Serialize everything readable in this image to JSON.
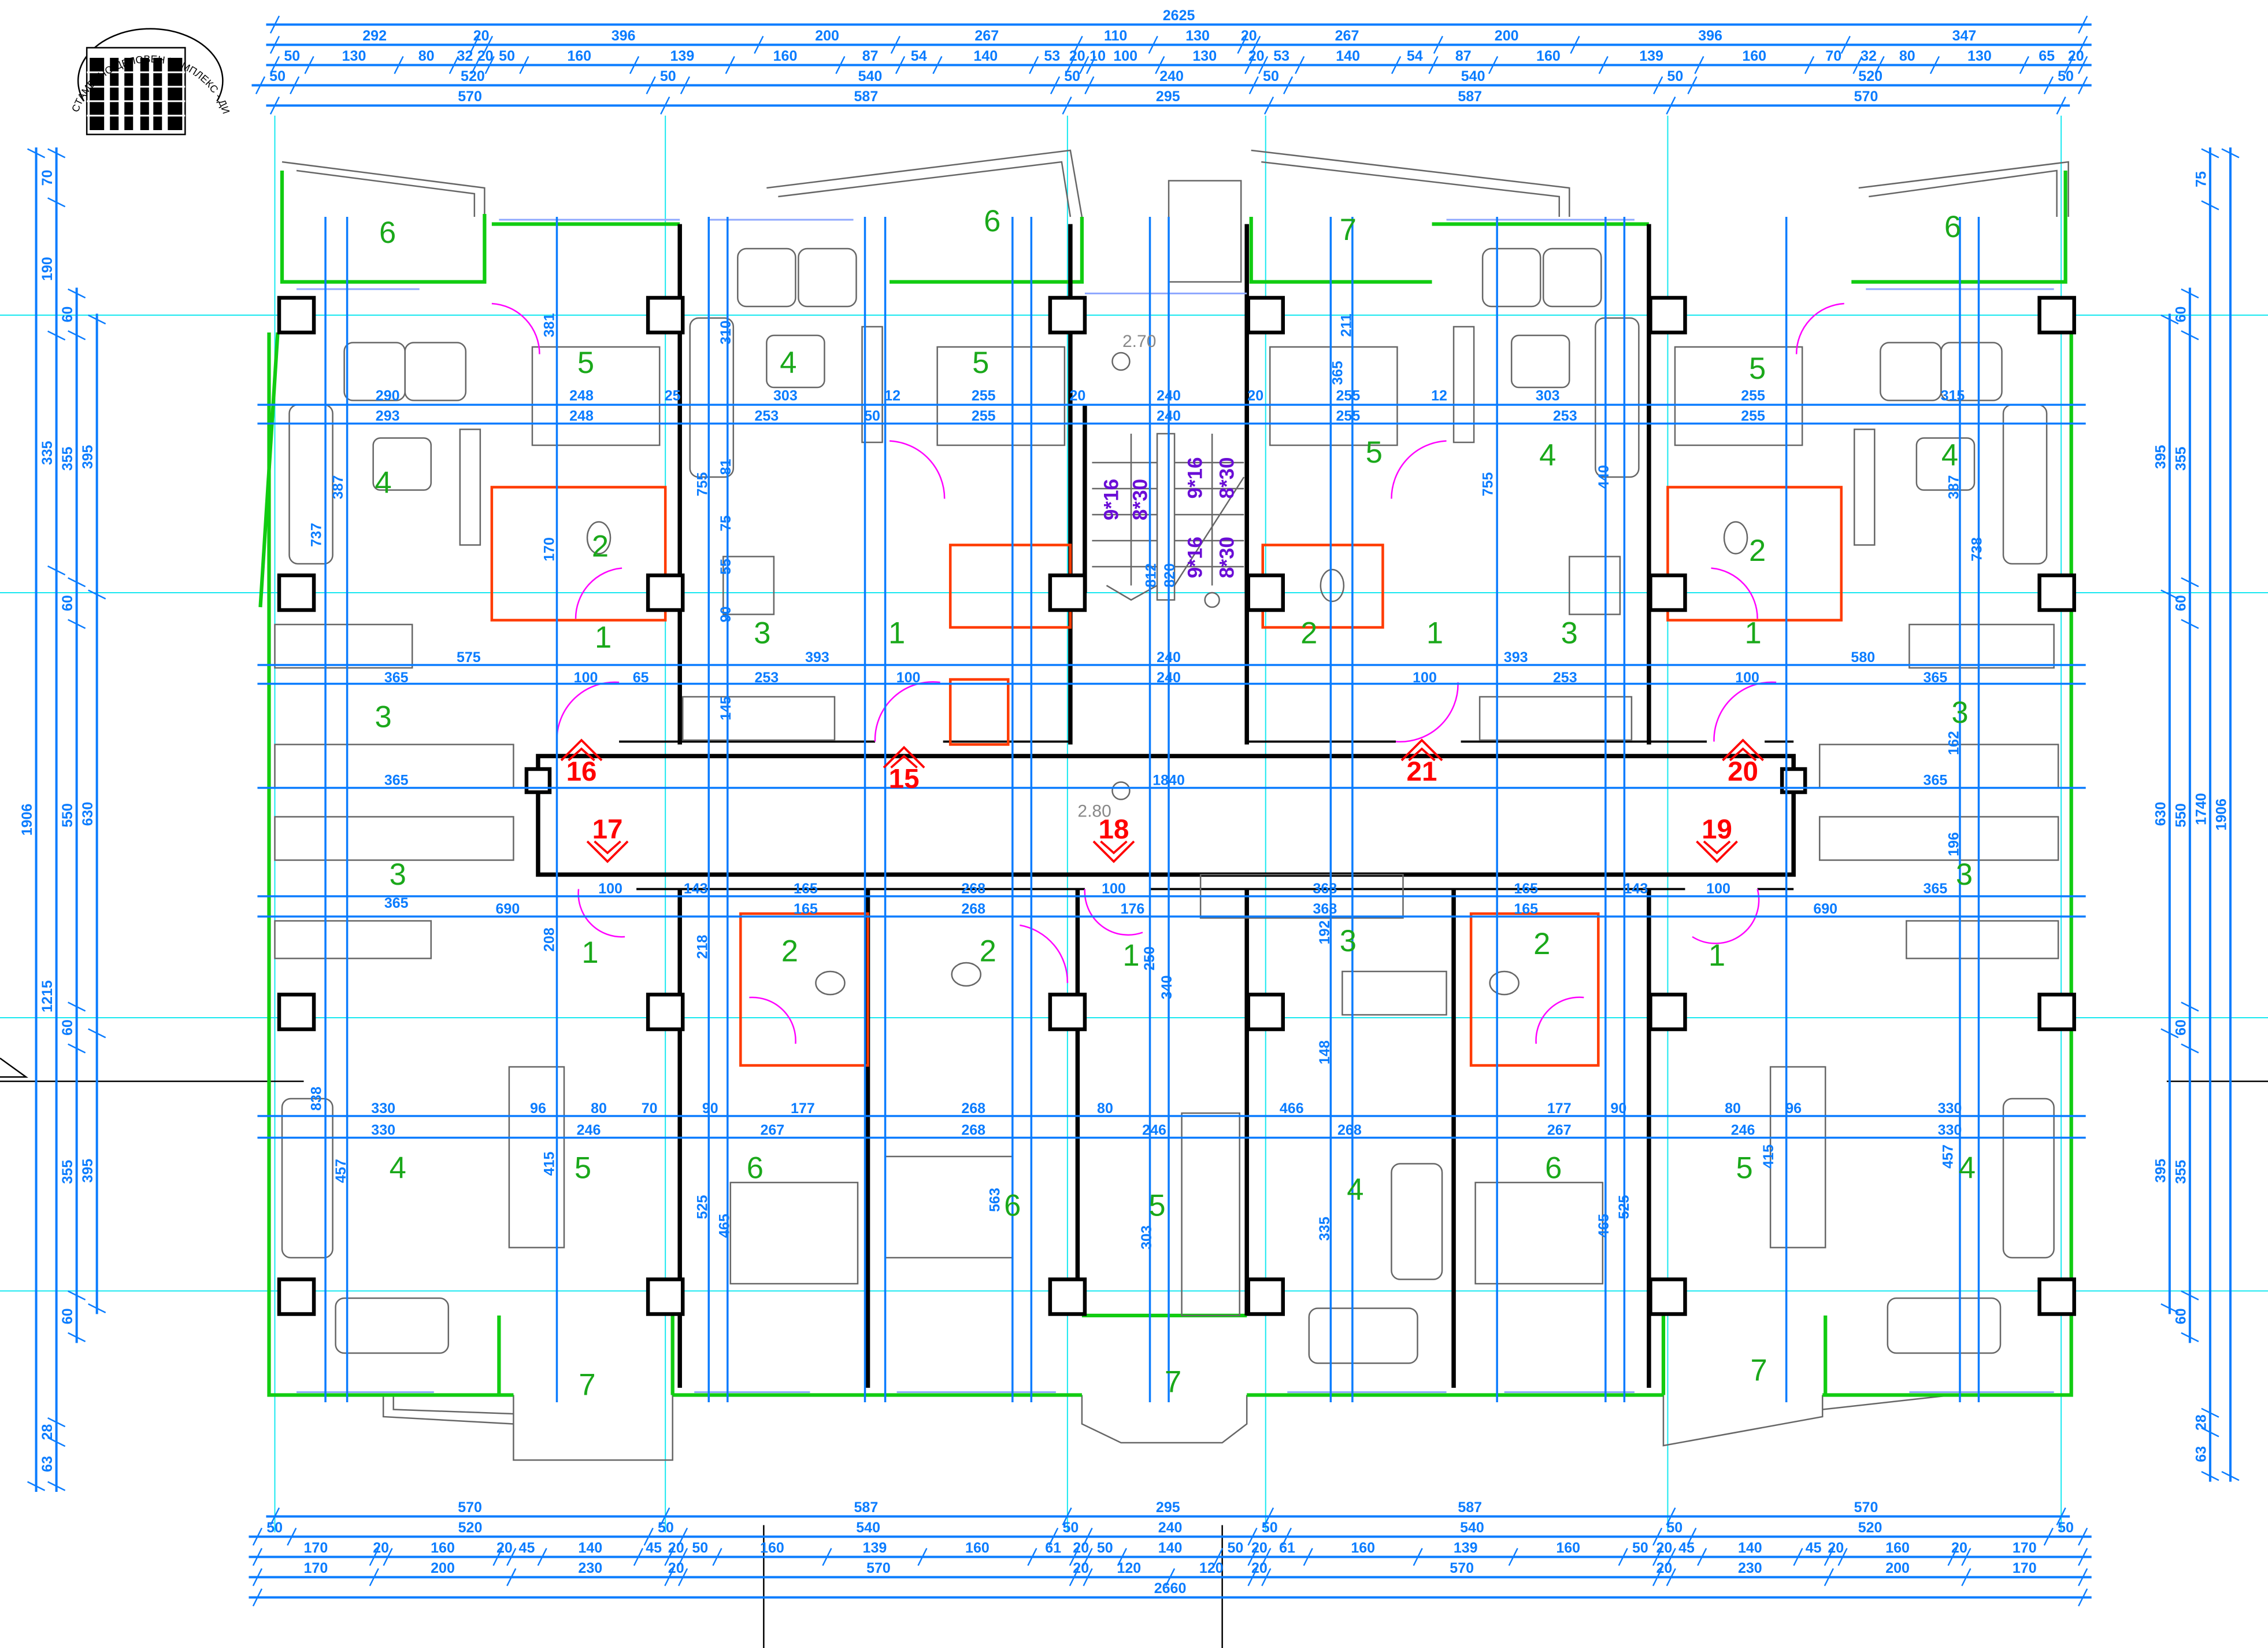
{
  "logo": {
    "text": "СТАМБЕНО ДЕЛОВЕН КОМПЛЕКС - ДИМИТРИЈА - КАВАДАРЦИ"
  },
  "colors": {
    "dimension": "#0a7cff",
    "grid": "#18e8f0",
    "exterior_wall": "#11cc11",
    "room_number": "#1aa81a",
    "unit_number": "#ff0000",
    "stair_text": "#6a0dd6",
    "bathroom_wall": "#ff3b00",
    "door_swing": "#ff00ff"
  },
  "dimensions": {
    "top": [
      [
        2625
      ],
      [
        292,
        20,
        396,
        200,
        267,
        110,
        130,
        20,
        267,
        200,
        396,
        347
      ],
      [
        50,
        130,
        80,
        32,
        20,
        50,
        160,
        139,
        160,
        87,
        54,
        140,
        53,
        20,
        10,
        100,
        130,
        20,
        53,
        140,
        54,
        87,
        160,
        139,
        160,
        70,
        32,
        80,
        130,
        65,
        20
      ],
      [
        50,
        520,
        50,
        540,
        50,
        240,
        50,
        540,
        50,
        520,
        50
      ],
      [
        570,
        587,
        295,
        587,
        570
      ]
    ],
    "bottom": [
      [
        570,
        587,
        295,
        587,
        570
      ],
      [
        50,
        520,
        50,
        540,
        50,
        240,
        50,
        540,
        50,
        520,
        50
      ],
      [
        170,
        20,
        160,
        20,
        45,
        140,
        45,
        20,
        50,
        160,
        139,
        160,
        61,
        20,
        50,
        140,
        50,
        20,
        61,
        160,
        139,
        160,
        50,
        20,
        45,
        140,
        45,
        20,
        160,
        20,
        170
      ],
      [
        170,
        200,
        230,
        20,
        570,
        20,
        120,
        120,
        20,
        570,
        20,
        230,
        200,
        170
      ],
      [
        2660
      ]
    ],
    "left": [
      [
        1906
      ],
      [
        70,
        190,
        335,
        1215,
        28,
        63
      ],
      [
        60,
        355,
        60,
        550,
        60,
        355,
        60
      ],
      [
        395,
        630,
        395
      ]
    ],
    "right": [
      [
        395,
        630,
        395
      ],
      [
        60,
        355,
        60,
        550,
        60,
        355,
        60
      ],
      [
        75,
        1740,
        28,
        63
      ],
      [
        1906
      ]
    ]
  },
  "internal_dimensions": [
    "290",
    "248",
    "25",
    "303",
    "12",
    "255",
    "20",
    "240",
    "20",
    "255",
    "12",
    "303",
    "255",
    "315",
    "293",
    "248",
    "253",
    "50",
    "255",
    "240",
    "255",
    "253",
    "255",
    "575",
    "393",
    "240",
    "393",
    "580",
    "365",
    "100",
    "65",
    "253",
    "100",
    "240",
    "100",
    "253",
    "100",
    "365",
    "365",
    "1840",
    "365",
    "365",
    "100",
    "143",
    "165",
    "268",
    "100",
    "368",
    "165",
    "143",
    "100",
    "365",
    "690",
    "165",
    "268",
    "176",
    "368",
    "165",
    "690",
    "330",
    "96",
    "80",
    "70",
    "90",
    "177",
    "268",
    "80",
    "466",
    "177",
    "90",
    "80",
    "96",
    "330",
    "330",
    "246",
    "267",
    "268",
    "246",
    "268",
    "267",
    "246",
    "330",
    "737",
    "387",
    "381",
    "170",
    "310",
    "755",
    "81",
    "75",
    "55",
    "90",
    "145",
    "208",
    "218",
    "838",
    "457",
    "415",
    "525",
    "465",
    "563",
    "340",
    "250",
    "303",
    "335",
    "148",
    "192",
    "440",
    "755",
    "365",
    "211",
    "738",
    "387",
    "162",
    "196",
    "457",
    "415",
    "525",
    "465",
    "812",
    "820"
  ],
  "rooms": [
    "6",
    "5",
    "4",
    "2",
    "1",
    "3",
    "6",
    "4",
    "5",
    "3",
    "1",
    "7",
    "5",
    "4",
    "2",
    "1",
    "3",
    "6",
    "5",
    "4",
    "2",
    "1",
    "3",
    "3",
    "1",
    "2",
    "2",
    "1",
    "3",
    "2",
    "1",
    "3",
    "4",
    "5",
    "6",
    "6",
    "5",
    "4",
    "6",
    "5",
    "4",
    "7",
    "7",
    "7"
  ],
  "units": [
    "16",
    "15",
    "21",
    "20",
    "17",
    "18",
    "19"
  ],
  "stairs": [
    "9*16",
    "8*30",
    "9*16",
    "8*30",
    "9*16",
    "8*30"
  ],
  "levels": [
    "2.70",
    "2.80"
  ]
}
